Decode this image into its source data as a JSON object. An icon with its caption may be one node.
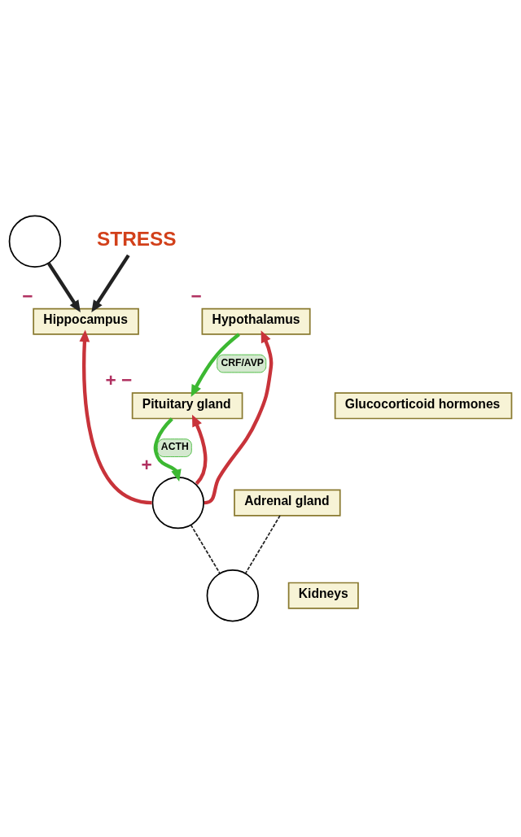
{
  "diagram": {
    "nodes": [
      {
        "text": [],
        "shape": "circle"
      },
      {
        "text": [
          "STRESS"
        ]
      },
      {
        "text": [
          "Hippocampus"
        ],
        "beside": [
          "−"
        ]
      },
      {
        "text": [
          "Hypothalamus"
        ],
        "beside": [
          "−"
        ]
      },
      {
        "text": [
          "Pituitary gland"
        ],
        "beside": [
          "+",
          "−"
        ]
      },
      {
        "text": [
          "Glucocorticoid hormones"
        ]
      },
      {
        "text": [],
        "shape": "circle",
        "beside": [
          "+"
        ]
      },
      {
        "text": [
          "Adrenal gland"
        ]
      },
      {
        "text": [],
        "shape": "circle"
      },
      {
        "text": [
          "Kidneys"
        ]
      }
    ],
    "edges": [
      {
        "from": 0,
        "to": 2,
        "arrow": "to",
        "color": "#222222"
      },
      {
        "from": 1,
        "to": 2,
        "arrow": "to",
        "color": "#222222"
      },
      {
        "from": 3,
        "to": 4,
        "arrow": "to",
        "label": "CRF/AVP",
        "color": "#3cb832"
      },
      {
        "from": 4,
        "to": 6,
        "arrow": "to",
        "label": "ACTH",
        "color": "#3cb832"
      },
      {
        "from": 6,
        "to": 4,
        "arrow": "to",
        "color": "#c8333a"
      },
      {
        "from": 6,
        "to": 3,
        "arrow": "to",
        "color": "#c8333a"
      },
      {
        "from": 6,
        "to": 2,
        "arrow": "to",
        "color": "#c8333a"
      },
      {
        "from": 6,
        "to": 8,
        "arrow": "none",
        "style": "dashed",
        "color": "#222222"
      },
      {
        "from": 7,
        "to": 8,
        "arrow": "none",
        "style": "dashed",
        "color": "#222222"
      }
    ]
  }
}
